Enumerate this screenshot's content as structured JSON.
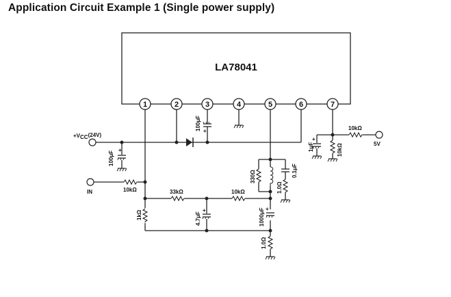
{
  "title": "Application Circuit Example 1 (Single power supply)",
  "ic": {
    "name": "LA78041",
    "pins": [
      "1",
      "2",
      "3",
      "4",
      "5",
      "6",
      "7"
    ]
  },
  "terminals": {
    "vcc": {
      "prefix": "+V",
      "sub": "CC",
      "suffix": "(24V)"
    },
    "input": "IN",
    "output": "5V"
  },
  "components": {
    "c_vcc": "100μF",
    "r_in": "10kΩ",
    "c_pin3": "100μF",
    "r_33k": "33kΩ",
    "r_10k_mid": "10kΩ",
    "r_1k": "1kΩ",
    "c_4_7": "4.7μF",
    "c_1000": "1000μF",
    "r_1_0_bottom": "1.0Ω",
    "r_330": "330Ω",
    "c_0_1": "0.1μF",
    "r_1_0_snubber": "1.0Ω",
    "c_1u": "1μF",
    "r_10k_pin7": "10kΩ",
    "r_10k_out": "10kΩ",
    "plus_sign": "+"
  }
}
